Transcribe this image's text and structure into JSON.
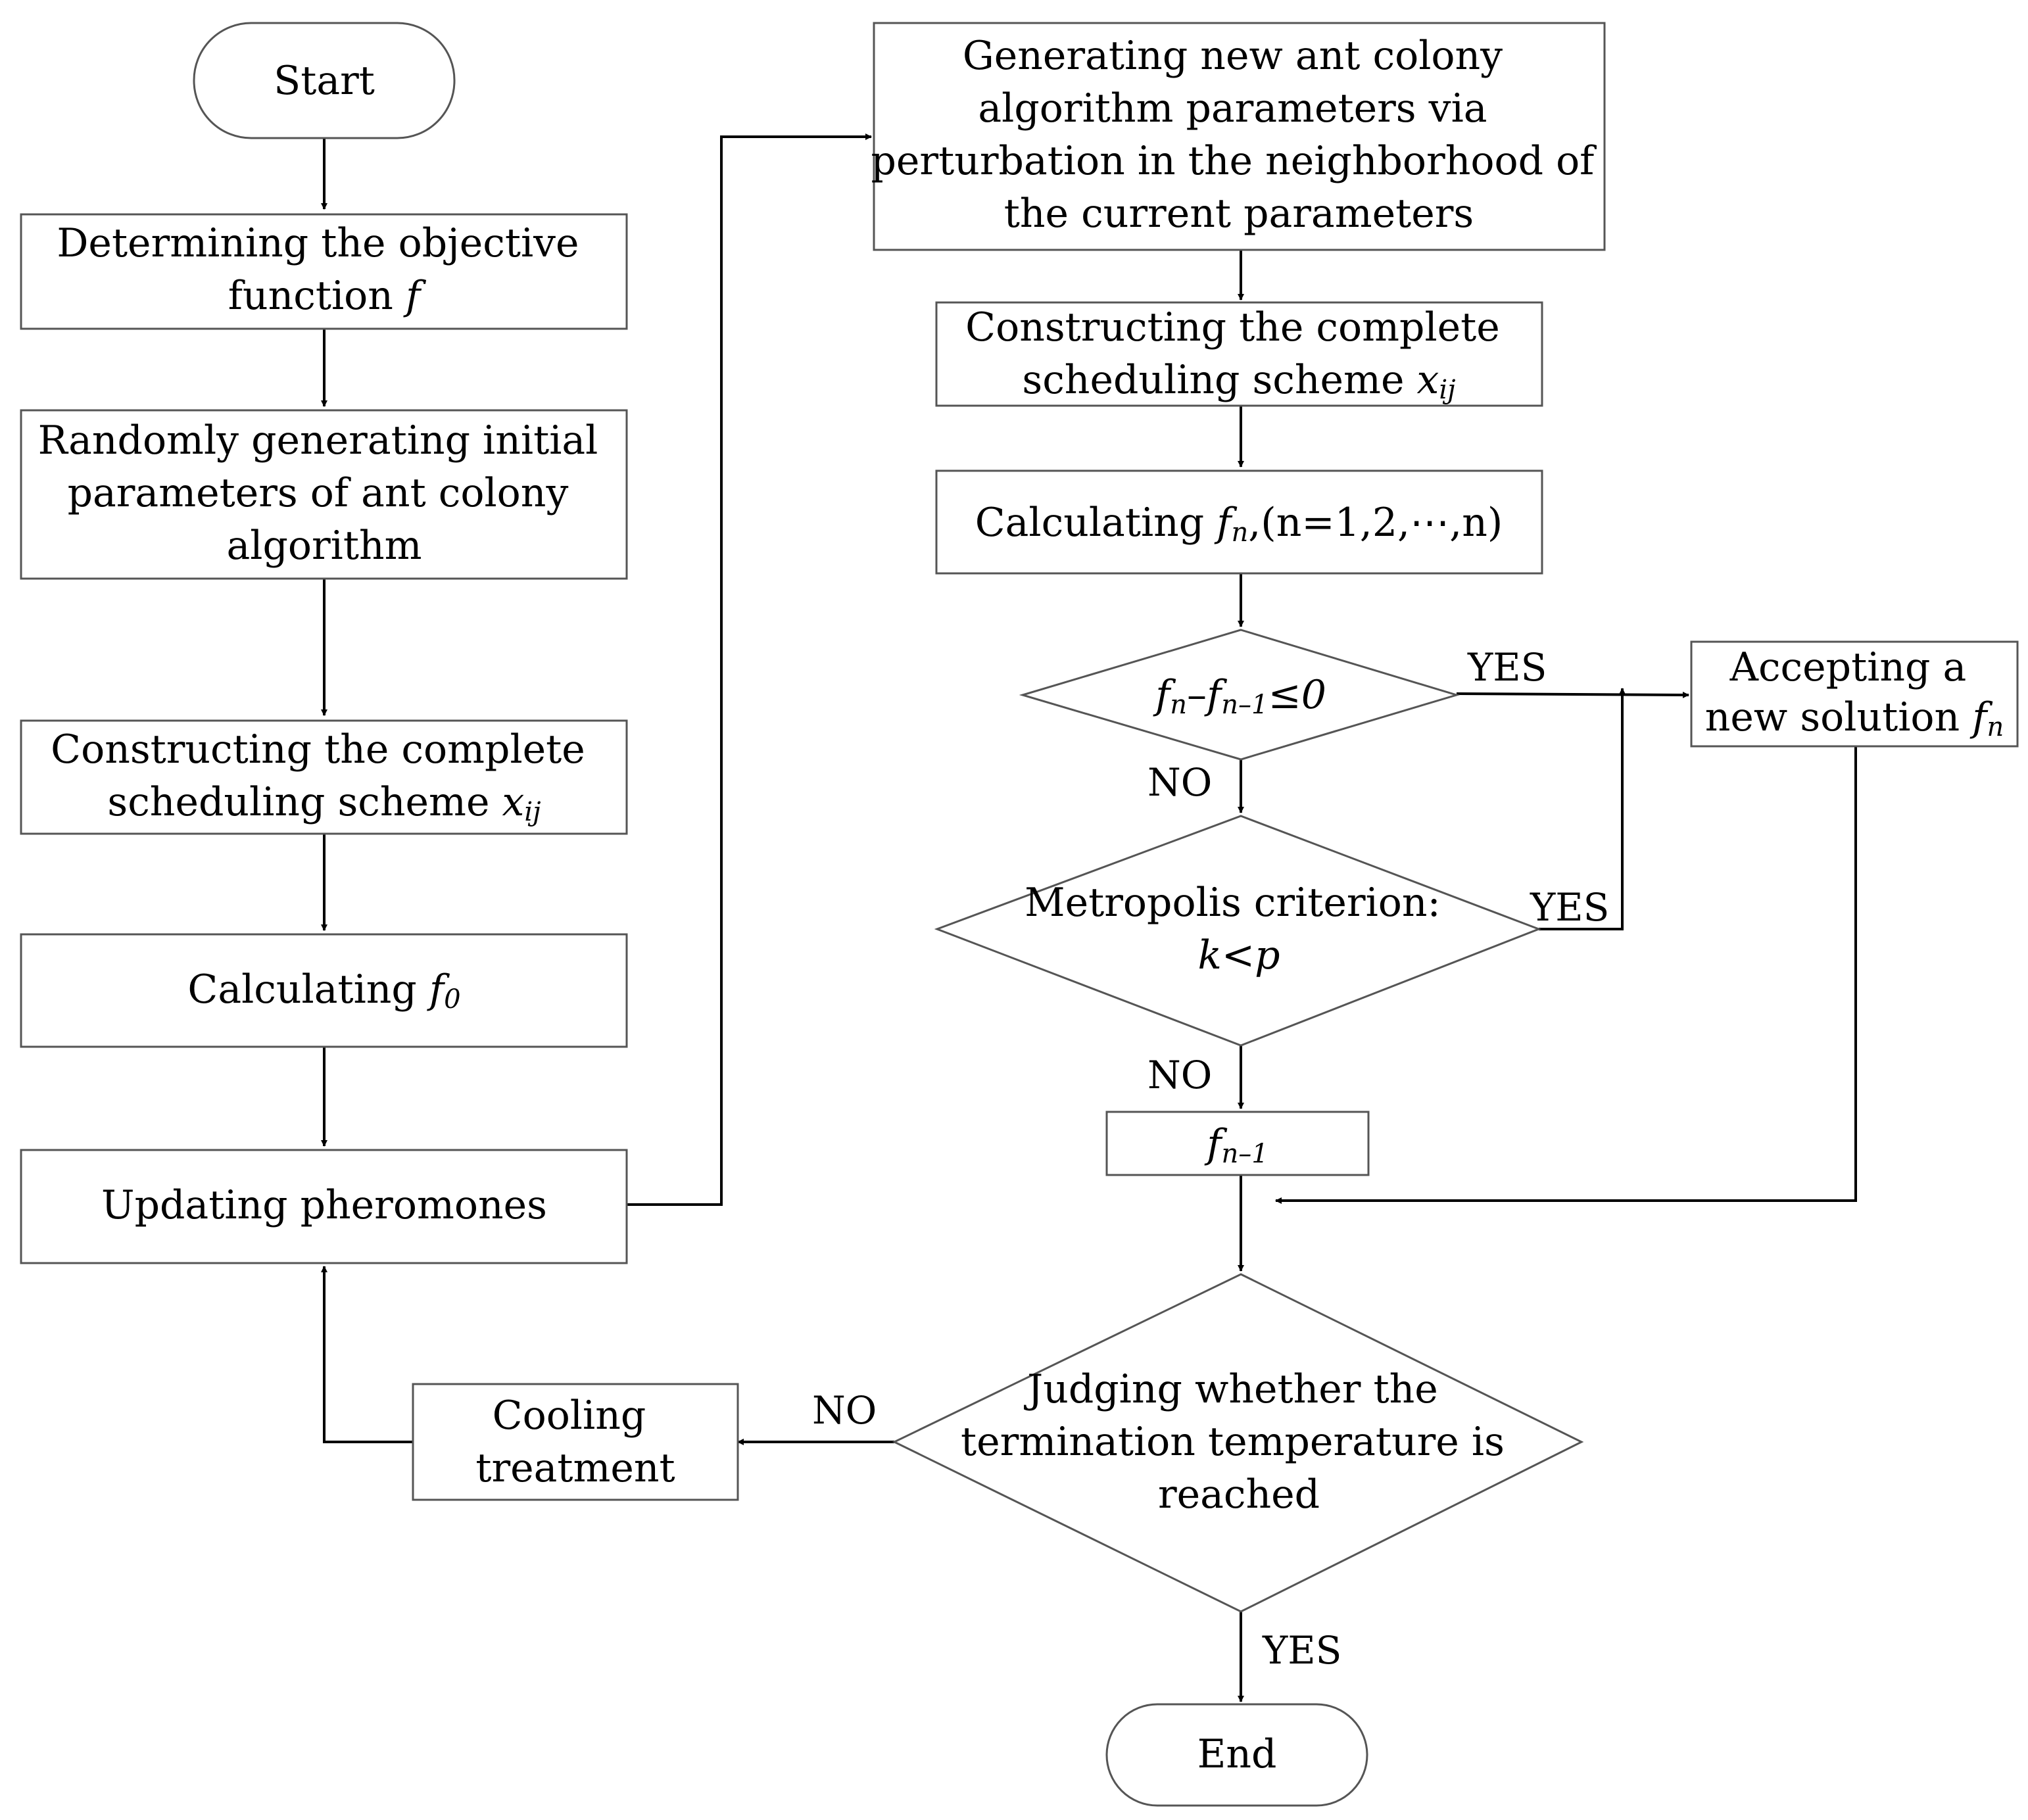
{
  "nodes": {
    "start": "Start",
    "objective": {
      "line1": "Determining the objective",
      "line2": "function ",
      "var": "f"
    },
    "random_init": {
      "line1": "Randomly generating initial",
      "line2": "parameters of ant colony",
      "line3": "algorithm"
    },
    "construct_left": {
      "line1": "Constructing the complete",
      "line2": "scheduling scheme ",
      "var": "x",
      "sub": "ij"
    },
    "calc_f0": {
      "text": "Calculating ",
      "var": "f",
      "sub": "0"
    },
    "update_pheromones": "Updating pheromones",
    "generate_new": {
      "line1": "Generating new ant colony",
      "line2": "algorithm parameters via",
      "line3": "perturbation in the neighborhood of",
      "line4": "the current parameters"
    },
    "construct_right": {
      "line1": "Constructing the complete",
      "line2": "scheduling scheme ",
      "var": "x",
      "sub": "ij"
    },
    "calc_fn": {
      "text": "Calculating ",
      "var": "f",
      "sub": "n",
      "rest": ",(n=1,2,⋯,n)"
    },
    "compare": {
      "var1": "f",
      "sub1": "n",
      "minus": "–",
      "var2": "f",
      "sub2": "n–1",
      "rest": "≤0"
    },
    "accept": {
      "line1": "Accepting a",
      "line2": "new solution ",
      "var": "f",
      "sub": "n"
    },
    "metropolis": {
      "line1": "Metropolis criterion:",
      "line2": "k<p"
    },
    "fn_minus_1": {
      "var": "f",
      "sub": "n–1"
    },
    "judge": {
      "line1": "Judging whether the",
      "line2": "termination temperature is",
      "line3": "reached"
    },
    "cooling": {
      "line1": "Cooling",
      "line2": "treatment"
    },
    "end": "End"
  },
  "edge_labels": {
    "compare_yes": "YES",
    "compare_no": "NO",
    "metropolis_yes": "YES",
    "metropolis_no": "NO",
    "judge_no": "NO",
    "judge_yes": "YES"
  }
}
